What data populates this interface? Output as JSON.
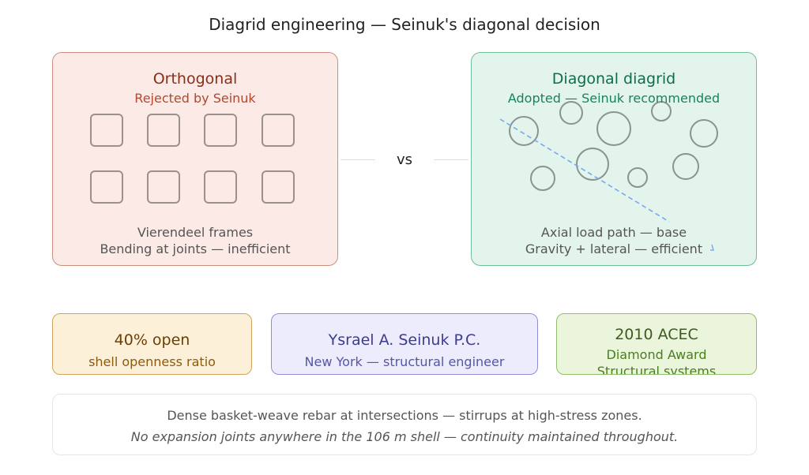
{
  "title": "Diagrid engineering — Seinuk's diagonal decision",
  "orthogonal": {
    "title": "Orthogonal",
    "subtitle": "Rejected by Seinuk",
    "footer_line1": "Vierendeel frames",
    "footer_line2": "Bending at joints — inefficient"
  },
  "vs_label": "vs",
  "diagonal": {
    "title": "Diagonal diagrid",
    "subtitle": "Adopted — Seinuk recommended",
    "footer_line1": "Axial load path — base",
    "footer_line2": "Gravity + lateral — efficient"
  },
  "cards": {
    "openness": {
      "title": "40% open",
      "subtitle": "shell openness ratio"
    },
    "engineer": {
      "title": "Ysrael A. Seinuk P.C.",
      "subtitle": "New York — structural engineer"
    },
    "award": {
      "title": "2010 ACEC",
      "subtitle1": "Diamond Award",
      "subtitle2": "Structural systems"
    }
  },
  "note": {
    "line1": "Dense basket-weave rebar at intersections — stirrups at high-stress zones.",
    "line2": "No expansion joints anywhere in the 106 m shell — continuity maintained throughout."
  },
  "colors": {
    "orthogonal_title": "#8a2e1a",
    "orthogonal_subtitle": "#b4472e",
    "diagonal_title": "#0f6e4a",
    "diagonal_subtitle": "#16855a",
    "openness_title": "#6b3e05",
    "openness_subtitle": "#8a5a10",
    "engineer_title": "#3c3c8f",
    "engineer_subtitle": "#5555aa",
    "award_title": "#3f5a1f",
    "award_subtitle": "#4a7f1f"
  }
}
